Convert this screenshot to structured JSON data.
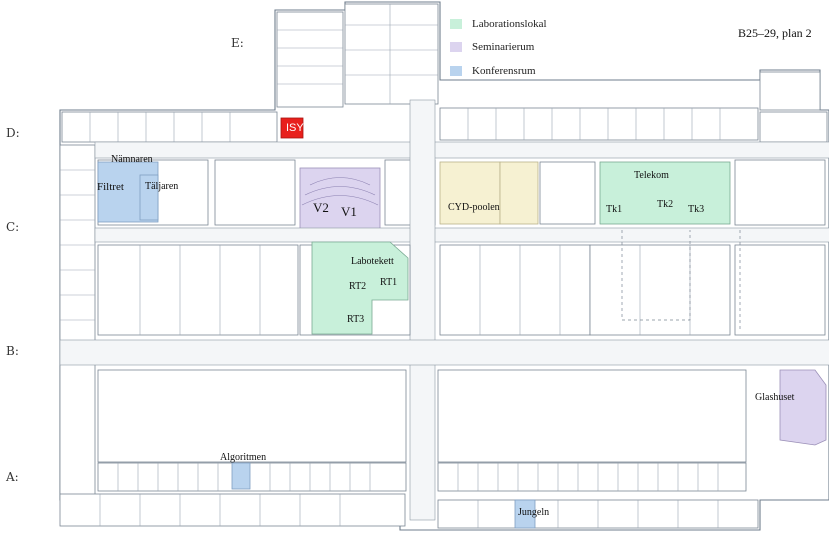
{
  "title": "B25–29, plan 2",
  "legend": [
    {
      "label": "Laborationslokal",
      "color": "#c8f0da"
    },
    {
      "label": "Seminarierum",
      "color": "#dcd4ef"
    },
    {
      "label": "Konferensrum",
      "color": "#b9d3ee"
    }
  ],
  "axis_labels": {
    "E": "E:",
    "D": "D:",
    "C": "C:",
    "B": "B:",
    "A": "A:"
  },
  "rooms": {
    "isy": "ISY:s expedetion",
    "nameren": "Nämnaren",
    "filtret": "Filtret",
    "taljaren": "Täljaren",
    "v2": "V2",
    "v1": "V1",
    "cyd": "CYD-poolen",
    "telekom": "Telekom",
    "tk1": "Tk1",
    "tk2": "Tk2",
    "tk3": "Tk3",
    "labotekett": "Labotekett",
    "rt1": "RT1",
    "rt2": "RT2",
    "rt3": "RT3",
    "glashuset": "Glashuset",
    "algoritmen": "Algoritmen",
    "jungeln": "Jungeln"
  },
  "colors": {
    "laboration": "#c8f0da",
    "seminarium": "#dcd4ef",
    "konferens": "#b9d3ee",
    "expedition": "#e8201c",
    "cyd": "#f6f1d2"
  }
}
